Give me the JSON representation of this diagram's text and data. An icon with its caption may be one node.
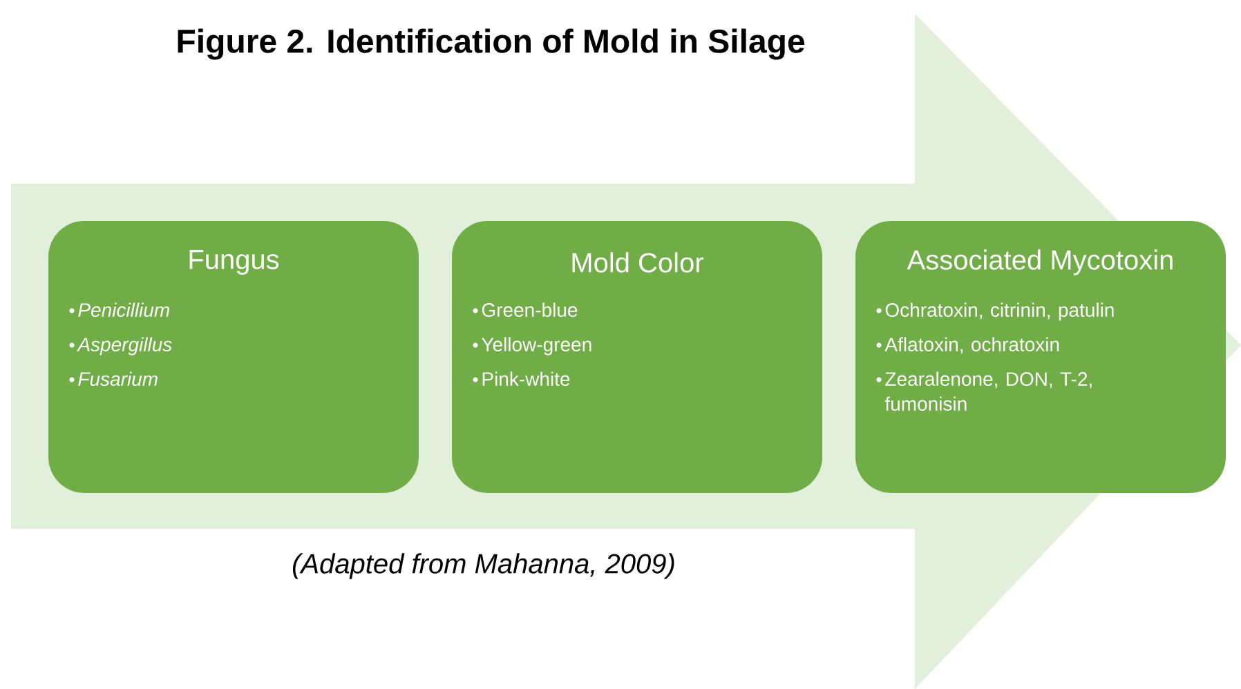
{
  "diagram": {
    "title": "Figure 2. Identification of Mold in Silage",
    "caption": "(Adapted from Mahanna, 2009)",
    "nodes": [
      {
        "text": [],
        "shape": "arrow"
      },
      {
        "text": [
          "Fungus",
          "*Penicillium*",
          "*Aspergillus*",
          "*Fusarium*"
        ],
        "in": 0
      },
      {
        "text": [
          "Mold Color",
          "Green-blue",
          "Yellow-green",
          "Pink-white"
        ],
        "in": 0
      },
      {
        "text": [
          "Associated Mycotoxin",
          "Ochratoxin, citrinin, patulin",
          "Aflatoxin, ochratoxin",
          "Zearalenone, DON, T-2, fumonisin"
        ],
        "in": 0
      }
    ]
  }
}
